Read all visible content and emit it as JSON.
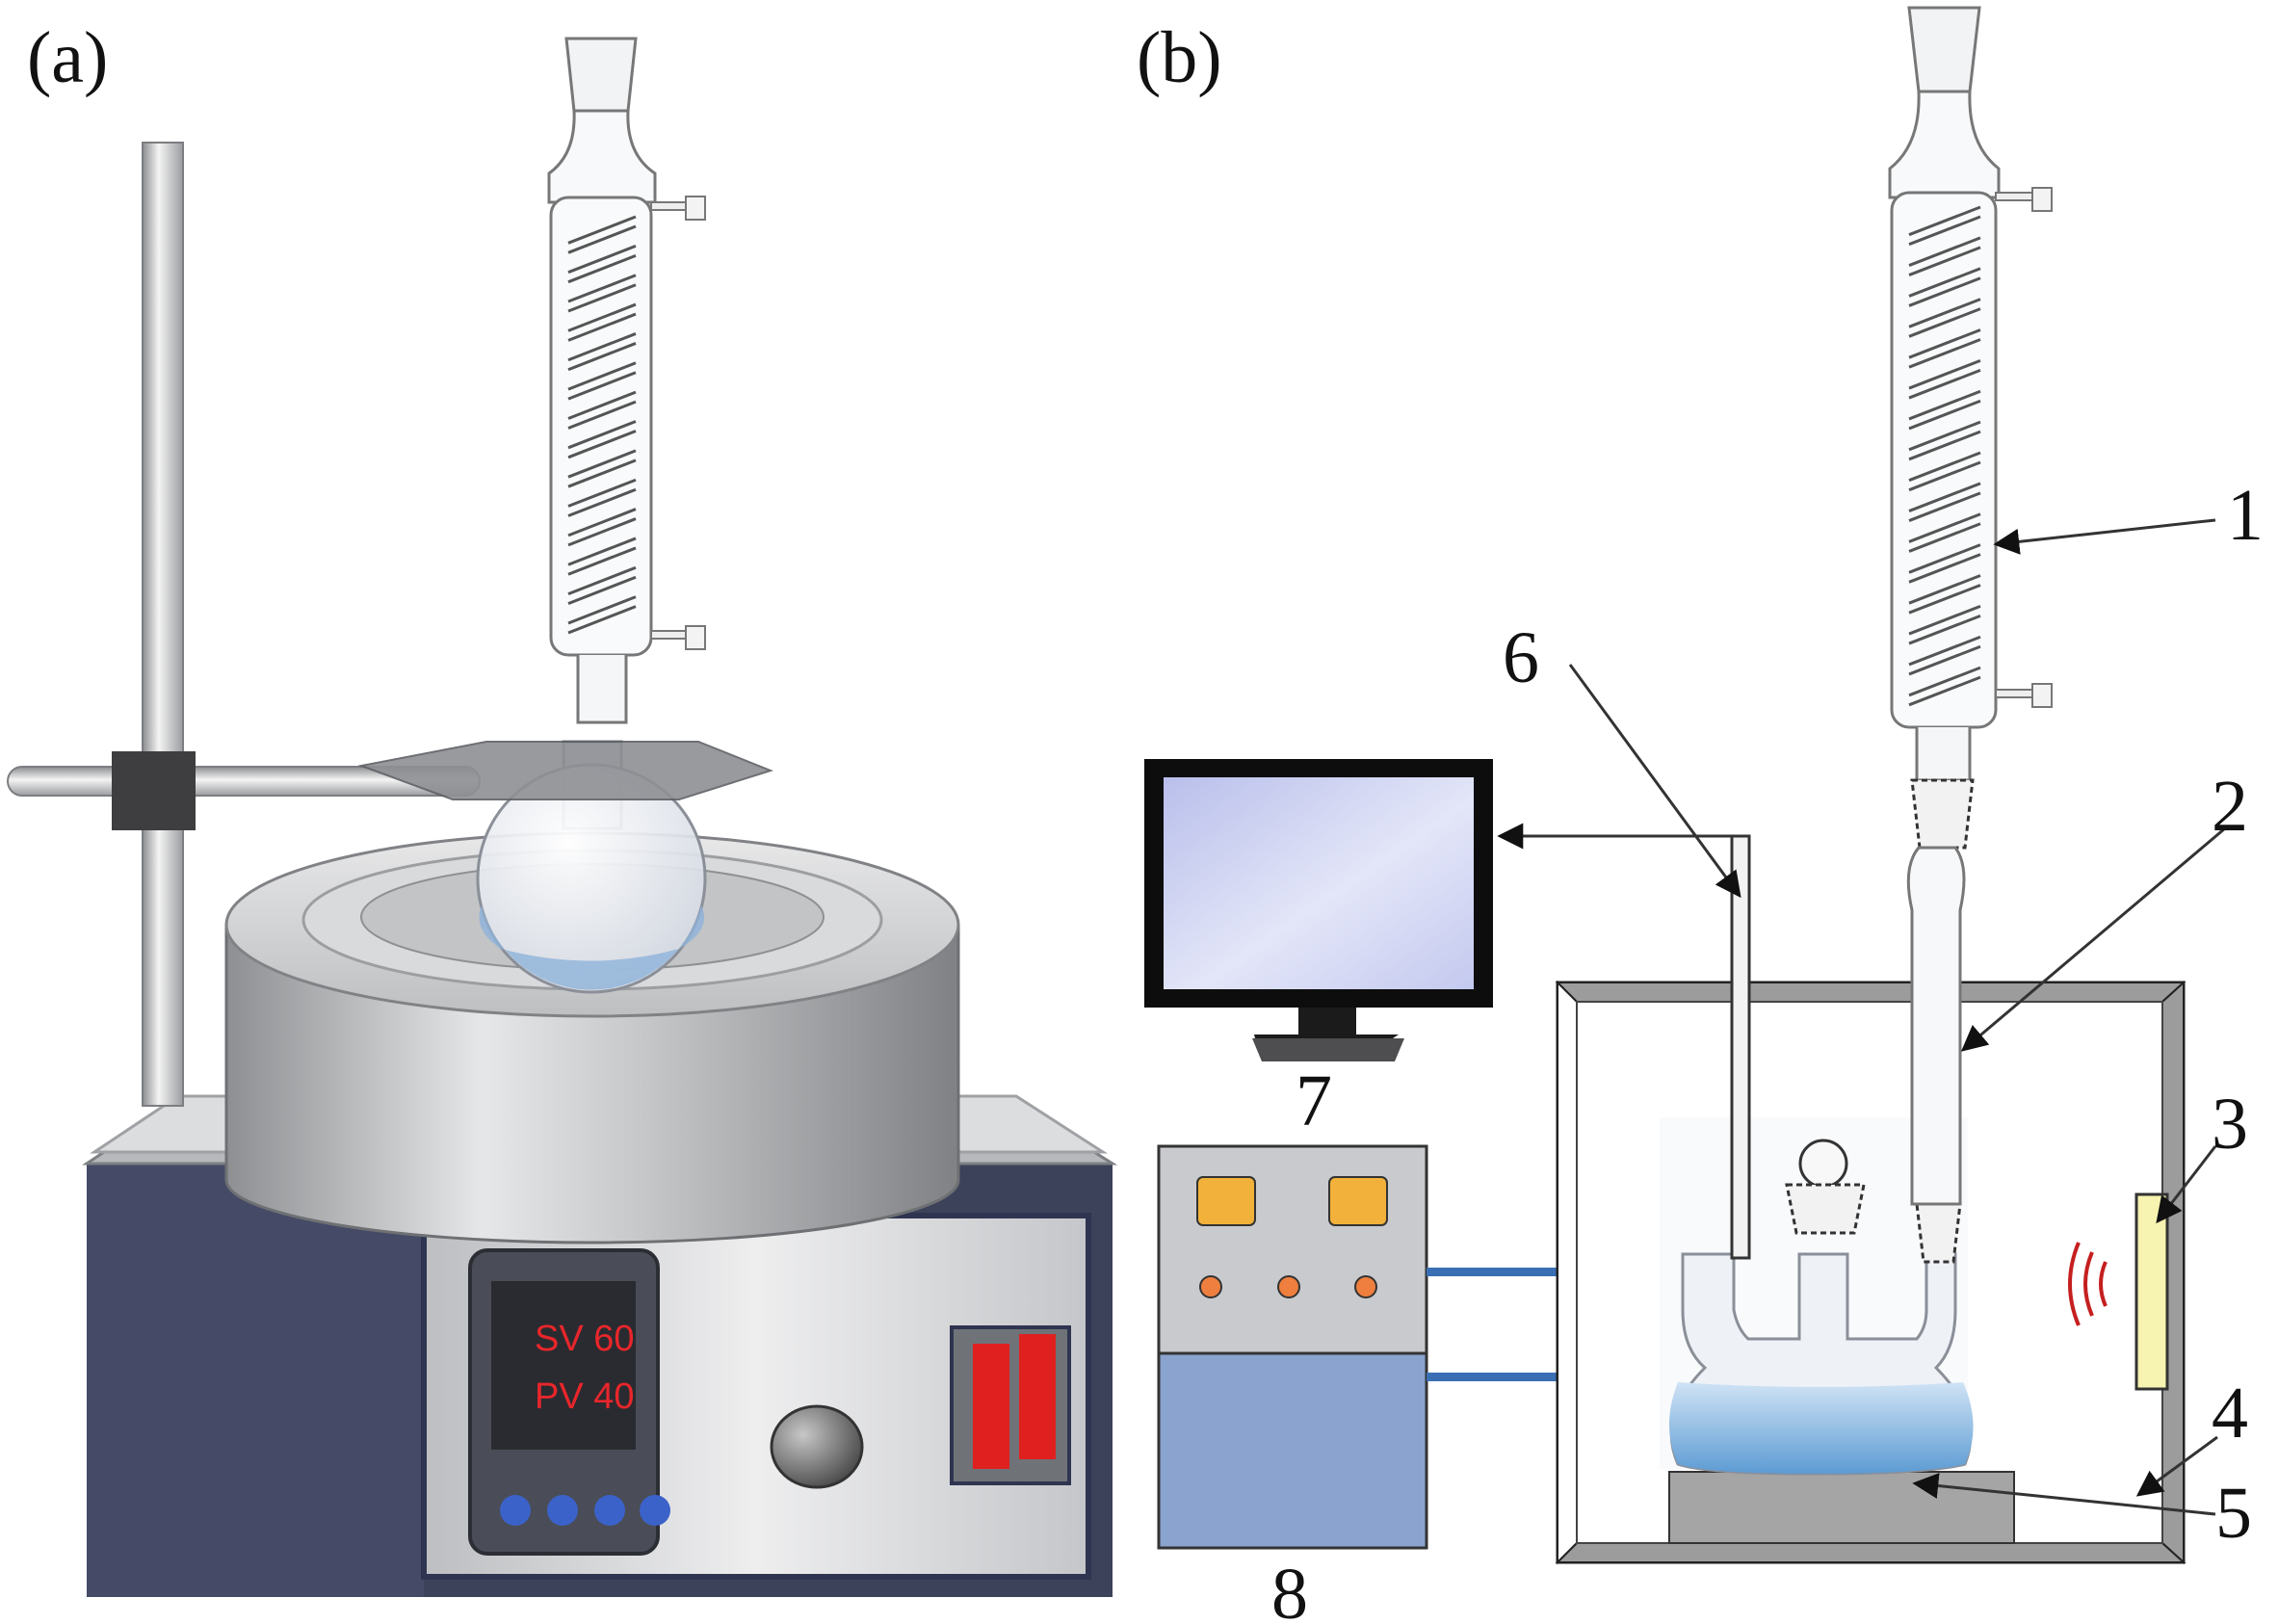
{
  "panels": {
    "a": {
      "label": "(a)"
    },
    "b": {
      "label": "(b)"
    }
  },
  "display": {
    "sv": "SV 60",
    "pv": "PV 40"
  },
  "callouts": [
    "1",
    "2",
    "3",
    "4",
    "5",
    "6",
    "7",
    "8"
  ],
  "colors": {
    "stand_body": "#454b66",
    "stand_face": "#cfd1d4",
    "mantle": "#b9bbbe",
    "liquid": "#8fb3d9",
    "switch": "#e0201f",
    "monitor_screen": "#c8cdf0",
    "controller_top": "#c8cacd",
    "controller_bottom": "#8aa3cf",
    "controller_button": "#f2b13a",
    "controller_led": "#ef7f3e",
    "hose": "#3a6fb3",
    "sensor_plate": "#f7f3b0",
    "ultrasound_wave": "#c51f1f",
    "platform": "#a5a5a5"
  },
  "icons": {
    "knob": "knob-icon",
    "buttons": "button-dot-icon",
    "waves": "ultrasound-wave-icon"
  }
}
